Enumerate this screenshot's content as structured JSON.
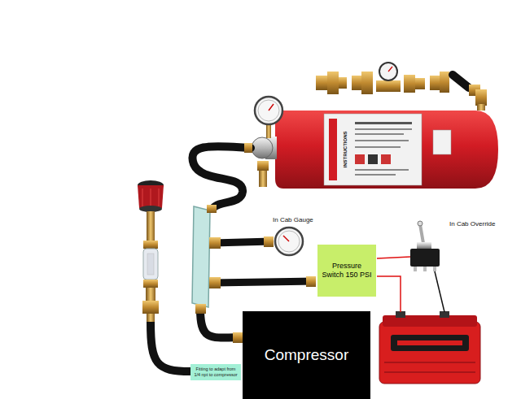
{
  "diagram": {
    "nodes": [
      {
        "text": [
          "Pressure Switch 150 PSI"
        ]
      },
      {
        "text": [
          "Compressor"
        ]
      },
      {
        "text": [
          "Fitting to adapt from 1/4 npt to compressor"
        ]
      }
    ],
    "labels": [
      "In Cab Gauge",
      "In Cab Override",
      "INSTRUCTIONS"
    ]
  }
}
